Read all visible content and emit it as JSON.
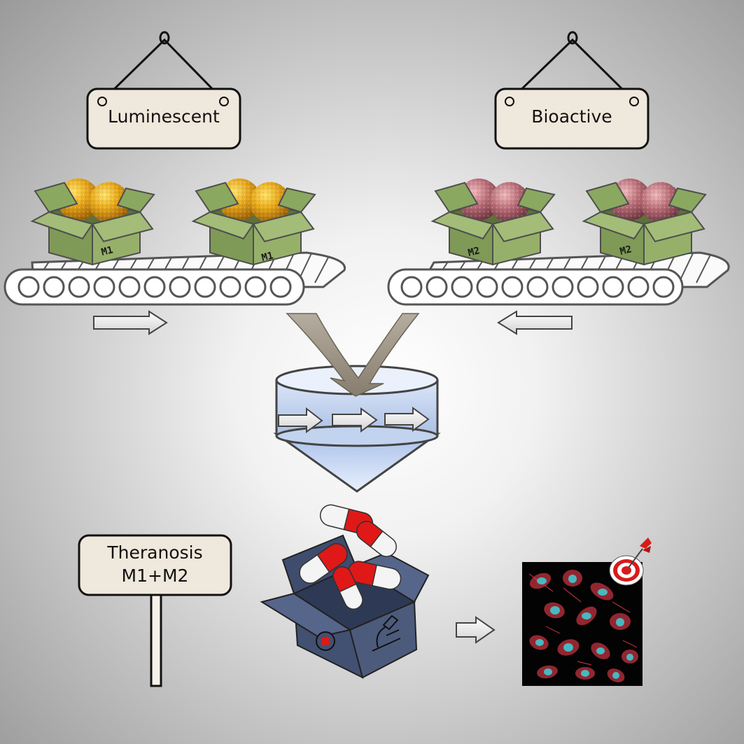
{
  "signs": {
    "luminescent": "Luminescent",
    "bioactive": "Bioactive",
    "theranosis_line1": "Theranosis",
    "theranosis_line2": "M1+M2"
  },
  "box_labels": {
    "m1": "M1",
    "m2": "M2"
  },
  "colors": {
    "sign_fill": "#efe8dc",
    "box_green": "#8ea764",
    "sphere_gold": "#e0a41c",
    "sphere_rose": "#b9707a",
    "kit_box_blue": "#4b5a7a",
    "vessel_blue": "#c5d6f2",
    "capsule_red": "#e01818",
    "cell_red": "#d63a4a",
    "nucleus_cyan": "#48b8bf"
  }
}
